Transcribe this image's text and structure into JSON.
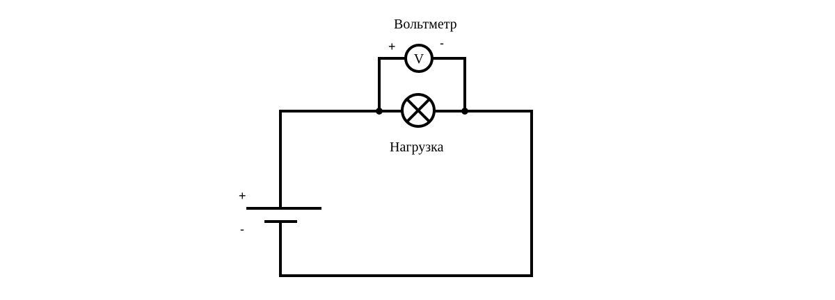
{
  "diagram": {
    "voltmeter_label": "Вольтметр",
    "voltmeter_symbol": "V",
    "voltmeter_plus": "+",
    "voltmeter_minus": "-",
    "load_label": "Нагрузка",
    "battery_plus": "+",
    "battery_minus": "-"
  },
  "colors": {
    "line": "#000000",
    "background": "#ffffff"
  }
}
